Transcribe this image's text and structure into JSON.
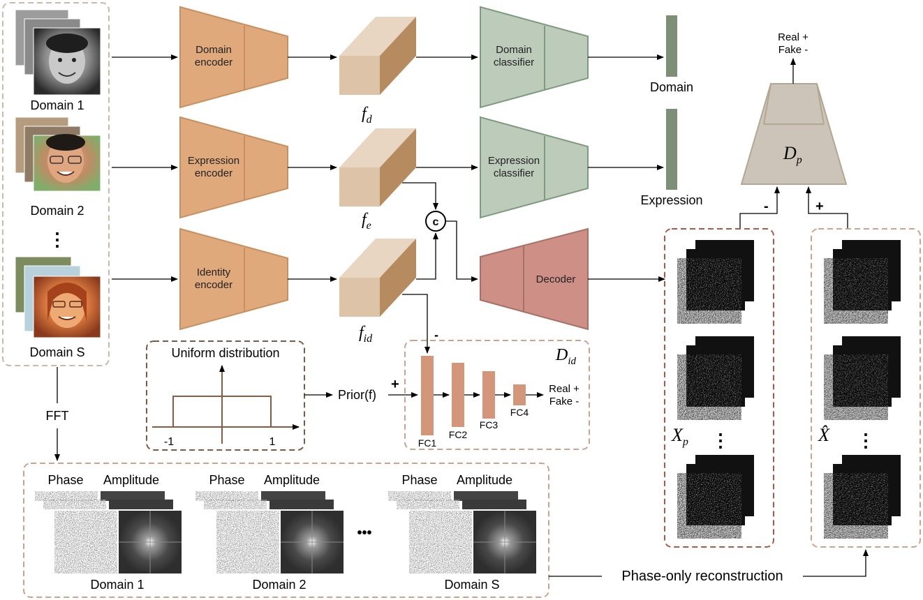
{
  "inputs": {
    "domain_labels": [
      "Domain 1",
      "Domain 2",
      "⋮",
      "Domain S"
    ]
  },
  "encoders": {
    "domain": "Domain\nencoder",
    "expression": "Expression\nencoder",
    "identity": "Identity\nencoder"
  },
  "features": {
    "fd": "f_d",
    "fe": "f_e",
    "fid": "f_id"
  },
  "classifiers": {
    "domain": "Domain\nclassifier",
    "expression": "Expression\nclassifier"
  },
  "outputs": {
    "domain": "Domain",
    "expression": "Expression"
  },
  "concat_symbol": "c",
  "decoder": "Decoder",
  "dp": {
    "label": "D",
    "subscript": "p",
    "output": "Real +\nFake -",
    "minus": "-",
    "plus": "+"
  },
  "xp_label": {
    "main": "X",
    "sub": "p"
  },
  "xhat_label": "X̂",
  "ellipsis_v": "⋮",
  "prior": {
    "title": "Uniform distribution",
    "neg_one": "-1",
    "one": "1",
    "prior_label": "Prior(f)",
    "plus": "+",
    "minus": "-"
  },
  "did": {
    "label": "D",
    "subscript": "id",
    "layers": [
      "FC1",
      "FC2",
      "FC3",
      "FC4"
    ],
    "output": "Real +\nFake -"
  },
  "fft": {
    "label": "FFT",
    "phase": "Phase",
    "amplitude": "Amplitude",
    "domains": [
      "Domain 1",
      "Domain 2",
      "Domain S"
    ],
    "ellipsis_h": "•••"
  },
  "phase_only": "Phase-only reconstruction",
  "colors": {
    "encoder": "#dfa97c",
    "encoder_stroke": "#c98f5e",
    "classifier": "#bdcbbb",
    "classifier_stroke": "#7f9b7f",
    "decoder": "#cd8f86",
    "decoder_stroke": "#a86f66",
    "feature_front": "#ddc4a8",
    "feature_side": "#b58b5f",
    "bar": "#7d8f77",
    "dp": "#ccc4b8",
    "dp_stroke": "#b3a692",
    "dashed_dark": "#7a5a46",
    "dashed_light": "#c9a38e",
    "dashed_red": "#a85a48",
    "fc_bar": "#d4967a"
  }
}
